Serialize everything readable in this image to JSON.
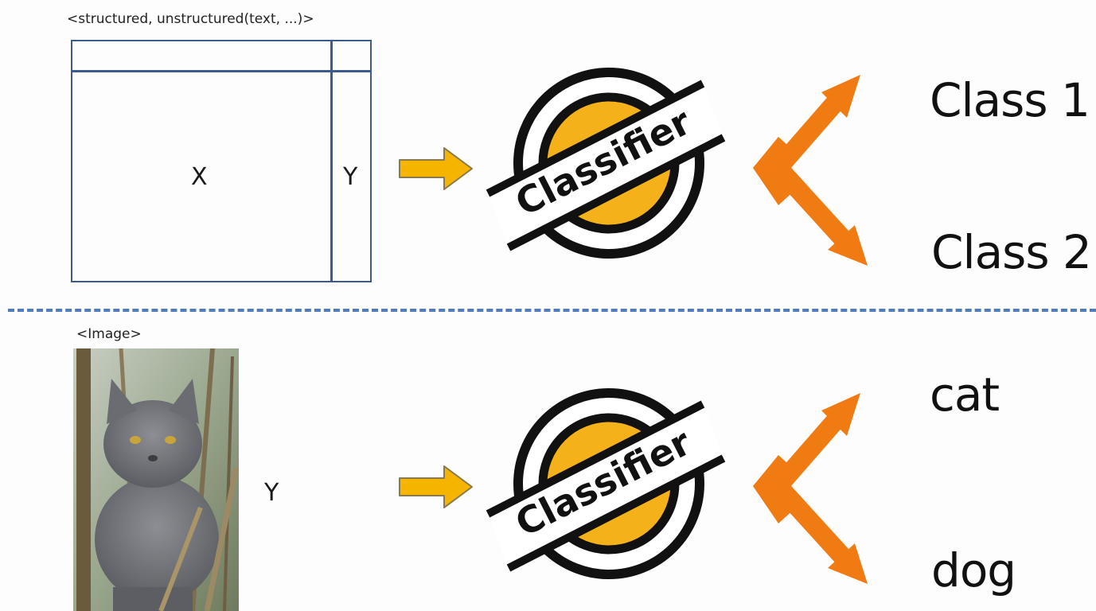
{
  "top": {
    "caption": "<structured, unstructured(text, ...)>",
    "x_label": "X",
    "y_label": "Y",
    "classifier_label": "Classifier",
    "outputs": [
      "Class 1",
      "Class 2"
    ]
  },
  "bottom": {
    "caption": "<Image>",
    "image_subject": "gray cat",
    "y_label": "Y",
    "classifier_label": "Classifier",
    "outputs": [
      "cat",
      "dog"
    ]
  },
  "colors": {
    "table_border": "#3d5a8c",
    "divider": "#4f7dbd",
    "input_arrow": "#f4b400",
    "classifier_fill": "#f5b11a",
    "output_arrow": "#f07b12"
  },
  "icons": [
    "right-arrow-icon",
    "classifier-badge-icon",
    "fork-arrow-icon"
  ]
}
